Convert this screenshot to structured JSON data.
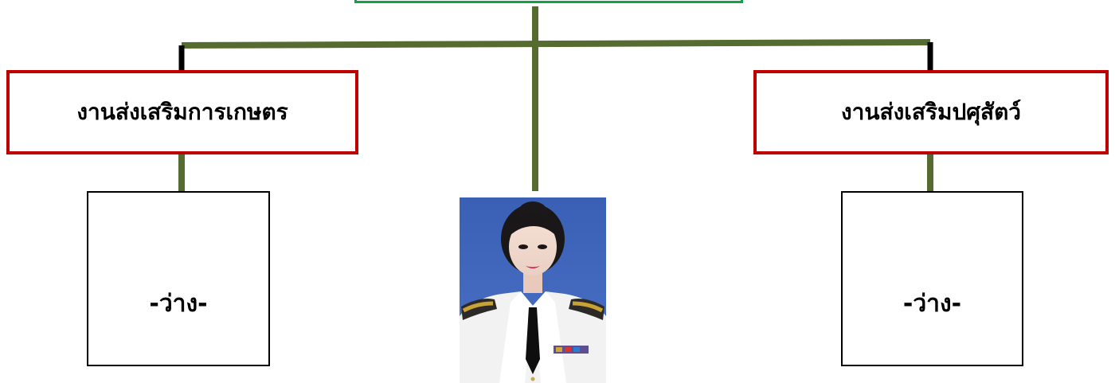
{
  "top_box": {
    "label": ""
  },
  "units": {
    "left": {
      "label": "งานส่งเสริมการเกษตร"
    },
    "right": {
      "label": "งานส่งเสริมปศุสัตว์"
    }
  },
  "positions": {
    "left_status": "-ว่าง-",
    "right_status": "-ว่าง-"
  },
  "photo": {
    "alt": "staff portrait"
  },
  "colors": {
    "connector": "#556b2f",
    "connector_tip": "#000000",
    "top_box_border": "#12a04a",
    "unit_border": "#c00000",
    "vacant_border": "#000000",
    "photo_background": "#3f63b8",
    "uniform": "#f2f2f2"
  }
}
